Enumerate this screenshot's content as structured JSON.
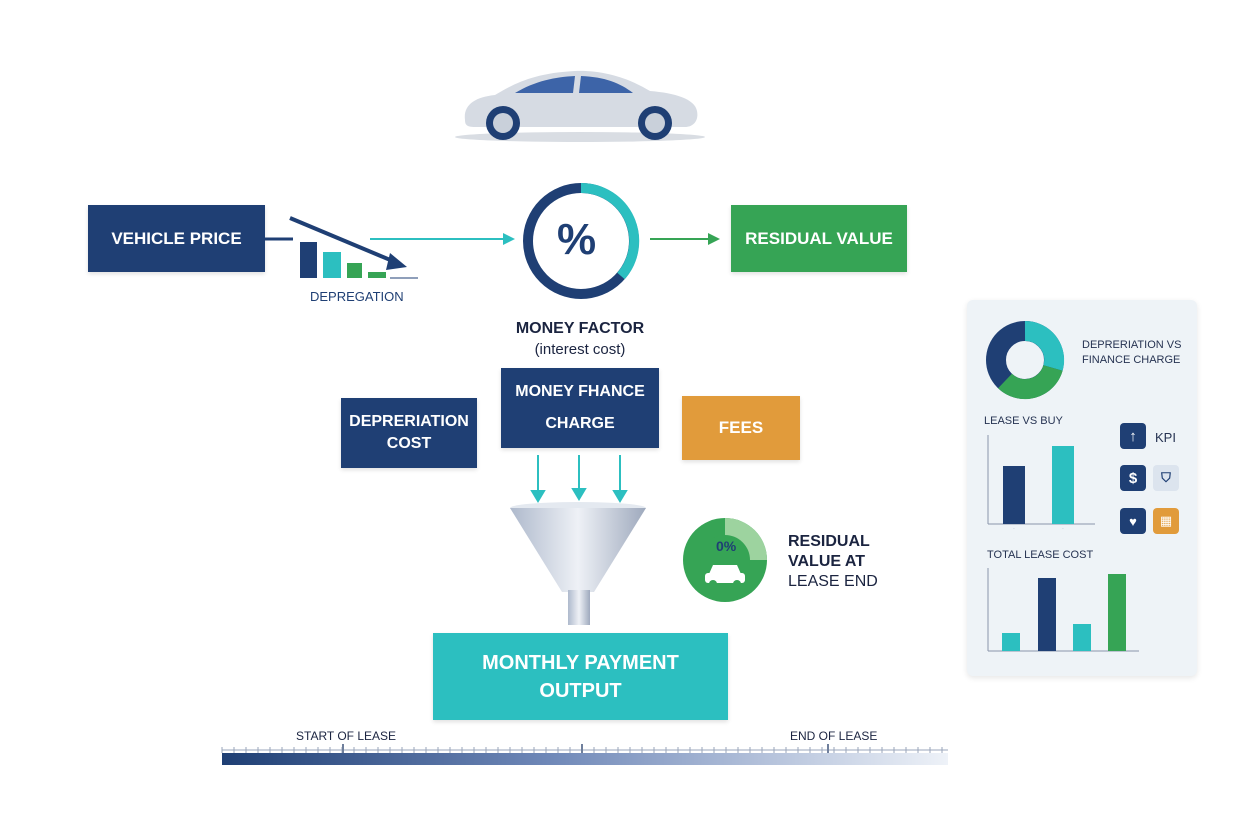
{
  "flow": {
    "vehicle_price": "VEHICLE PRICE",
    "depreciation_label": "DEPREGATION",
    "money_factor_title": "MONEY FACTOR",
    "money_factor_sub": "(interest cost)",
    "percent_symbol": "%",
    "residual_value": "RESIDUAL VALUE",
    "depreciation_cost": [
      "DEPRERIATION",
      "COST"
    ],
    "finance_charge": [
      "MONEY FHANCE",
      "CHARGE"
    ],
    "fees": "FEES",
    "gauge_percent": "0%",
    "residual_end": [
      "RESIDUAL",
      "VALUE AT",
      "LEASE END"
    ],
    "monthly_output": [
      "MONTHLY PAYMENT",
      "OUTPUT"
    ]
  },
  "timeline": {
    "start": "START OF LEASE",
    "end": "END OF LEASE"
  },
  "panel": {
    "donut_title": [
      "DEPRERIATION VS",
      "FINANCE CHARGE"
    ],
    "lease_vs_buy": "LEASE VS BUY",
    "kpi": "KPI",
    "dollar": "$",
    "total_lease_cost": "TOTAL LEASE COST"
  },
  "colors": {
    "navy": "#1f3f74",
    "teal": "#2cbfc0",
    "green": "#36a455",
    "orange": "#e19b3b"
  }
}
